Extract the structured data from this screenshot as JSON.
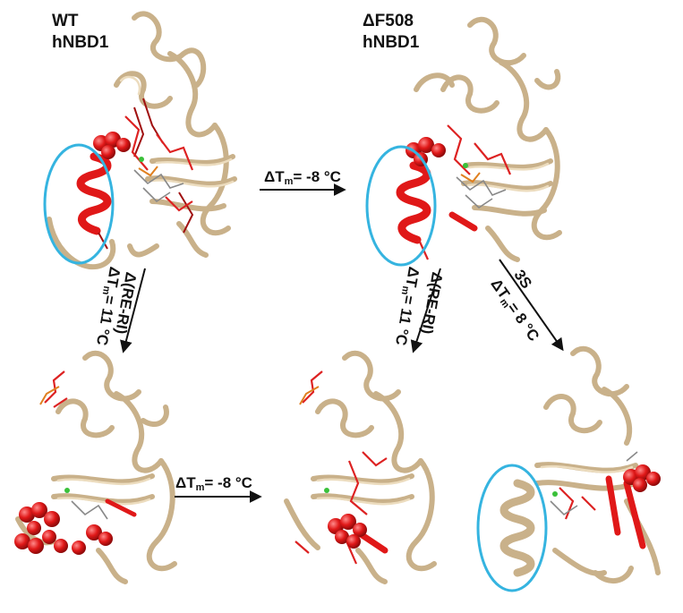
{
  "labels": {
    "wt_line1": "WT",
    "wt_line2": "hNBD1",
    "mut_line1": "ΔF508",
    "mut_line2": "hNBD1"
  },
  "arrows": {
    "top_horizontal": {
      "prefix": "ΔT",
      "sub": "m",
      "suffix": "= -8 °C"
    },
    "bottom_horizontal": {
      "prefix": "ΔT",
      "sub": "m",
      "suffix": "= -8 °C"
    },
    "left_vertical": {
      "top": "Δ(RE-RI)",
      "bottom_prefix": "ΔT",
      "sub": "m",
      "bottom_suffix": "= 11 °C"
    },
    "middle_vertical": {
      "top": "Δ(RE-RI)",
      "bottom_prefix": "ΔT",
      "sub": "m",
      "bottom_suffix": "= 11 °C"
    },
    "right_diagonal": {
      "top": "3S",
      "bottom_prefix": "ΔT",
      "sub": "m",
      "bottom_suffix": "= 8 °C"
    }
  },
  "colors": {
    "ribbon": "#d9c3a0",
    "ribbon_dark": "#9c8462",
    "highlight": "#e02020",
    "highlight_dark": "#a00f0f",
    "ellipse": "#35b4e0",
    "arrow": "#111111"
  },
  "structures": [
    {
      "id": "wt-hnbd1",
      "highlight_helix": true,
      "ellipse": true,
      "spheres": "top"
    },
    {
      "id": "f508-hnbd1",
      "highlight_helix": true,
      "ellipse": true,
      "spheres": "top"
    },
    {
      "id": "wt-re-ri",
      "highlight_helix": false,
      "ellipse": false,
      "spheres": "bottom"
    },
    {
      "id": "f508-re-ri",
      "highlight_helix": false,
      "ellipse": false,
      "spheres": "bottom"
    },
    {
      "id": "f508-3s",
      "highlight_helix": false,
      "ellipse": true,
      "spheres": "right"
    }
  ]
}
